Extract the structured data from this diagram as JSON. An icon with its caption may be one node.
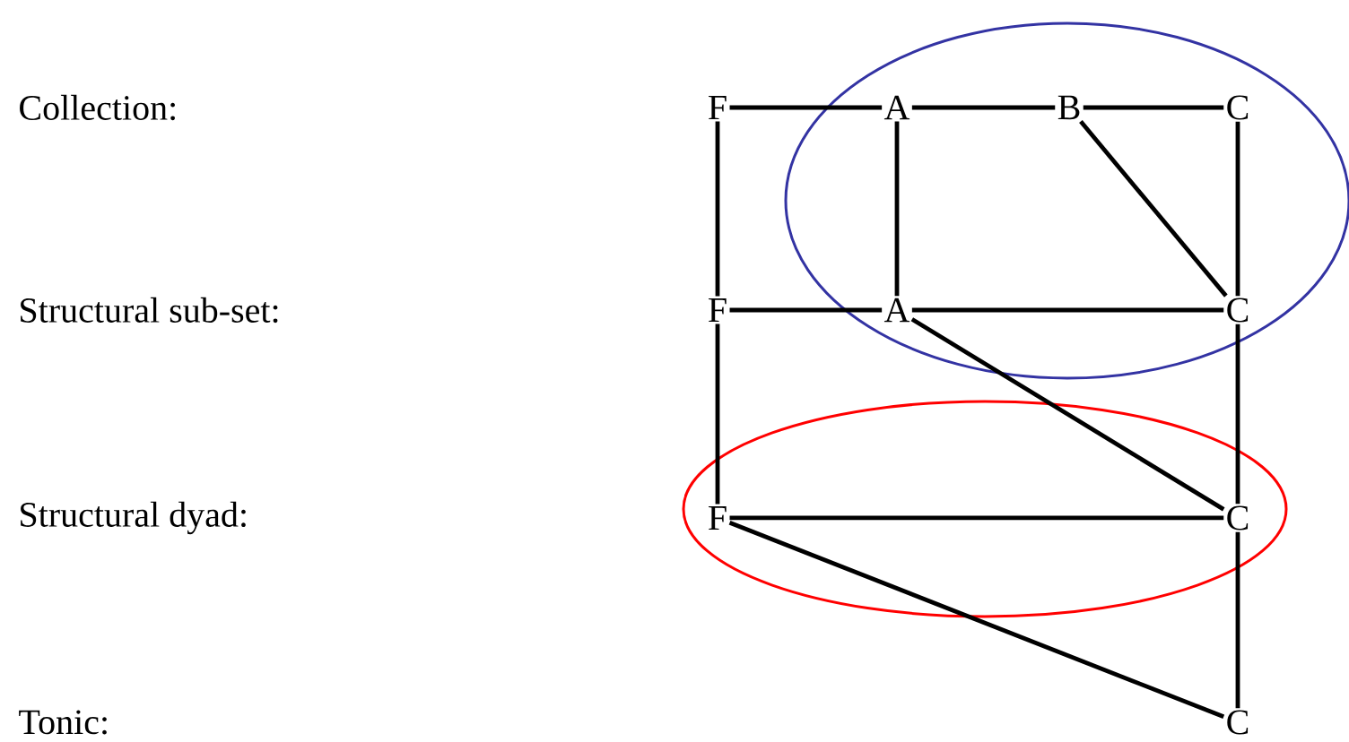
{
  "diagram": {
    "nodes": [
      {
        "text": [],
        "shape": "ellipse"
      },
      {
        "text": [
          "F"
        ]
      },
      {
        "text": [
          "A"
        ],
        "in": 0
      },
      {
        "text": [
          "B"
        ],
        "in": 0
      },
      {
        "text": [
          "C"
        ],
        "in": 0
      },
      {
        "text": [
          "F"
        ]
      },
      {
        "text": [
          "A"
        ],
        "in": 0
      },
      {
        "text": [
          "C"
        ],
        "in": 0
      },
      {
        "text": [],
        "shape": "ellipse"
      },
      {
        "text": [
          "F"
        ],
        "in": 8
      },
      {
        "text": [
          "C"
        ],
        "in": 8
      },
      {
        "text": [
          "C"
        ]
      }
    ],
    "edges": [
      {
        "from": 1,
        "to": 2,
        "arrow": "none"
      },
      {
        "from": 2,
        "to": 3,
        "arrow": "none"
      },
      {
        "from": 3,
        "to": 4,
        "arrow": "none"
      },
      {
        "from": 1,
        "to": 5,
        "arrow": "none"
      },
      {
        "from": 2,
        "to": 6,
        "arrow": "none"
      },
      {
        "from": 3,
        "to": 7,
        "arrow": "none"
      },
      {
        "from": 4,
        "to": 7,
        "arrow": "none"
      },
      {
        "from": 5,
        "to": 6,
        "arrow": "none"
      },
      {
        "from": 6,
        "to": 7,
        "arrow": "none"
      },
      {
        "from": 6,
        "to": 10,
        "arrow": "none"
      },
      {
        "from": 5,
        "to": 9,
        "arrow": "none"
      },
      {
        "from": 7,
        "to": 10,
        "arrow": "none"
      },
      {
        "from": 9,
        "to": 10,
        "arrow": "none"
      },
      {
        "from": 9,
        "to": 11,
        "arrow": "none"
      },
      {
        "from": 10,
        "to": 11,
        "arrow": "none"
      }
    ],
    "labels": [
      "Collection:",
      "Structural sub-set:",
      "Structural dyad:",
      "Tonic:"
    ]
  }
}
